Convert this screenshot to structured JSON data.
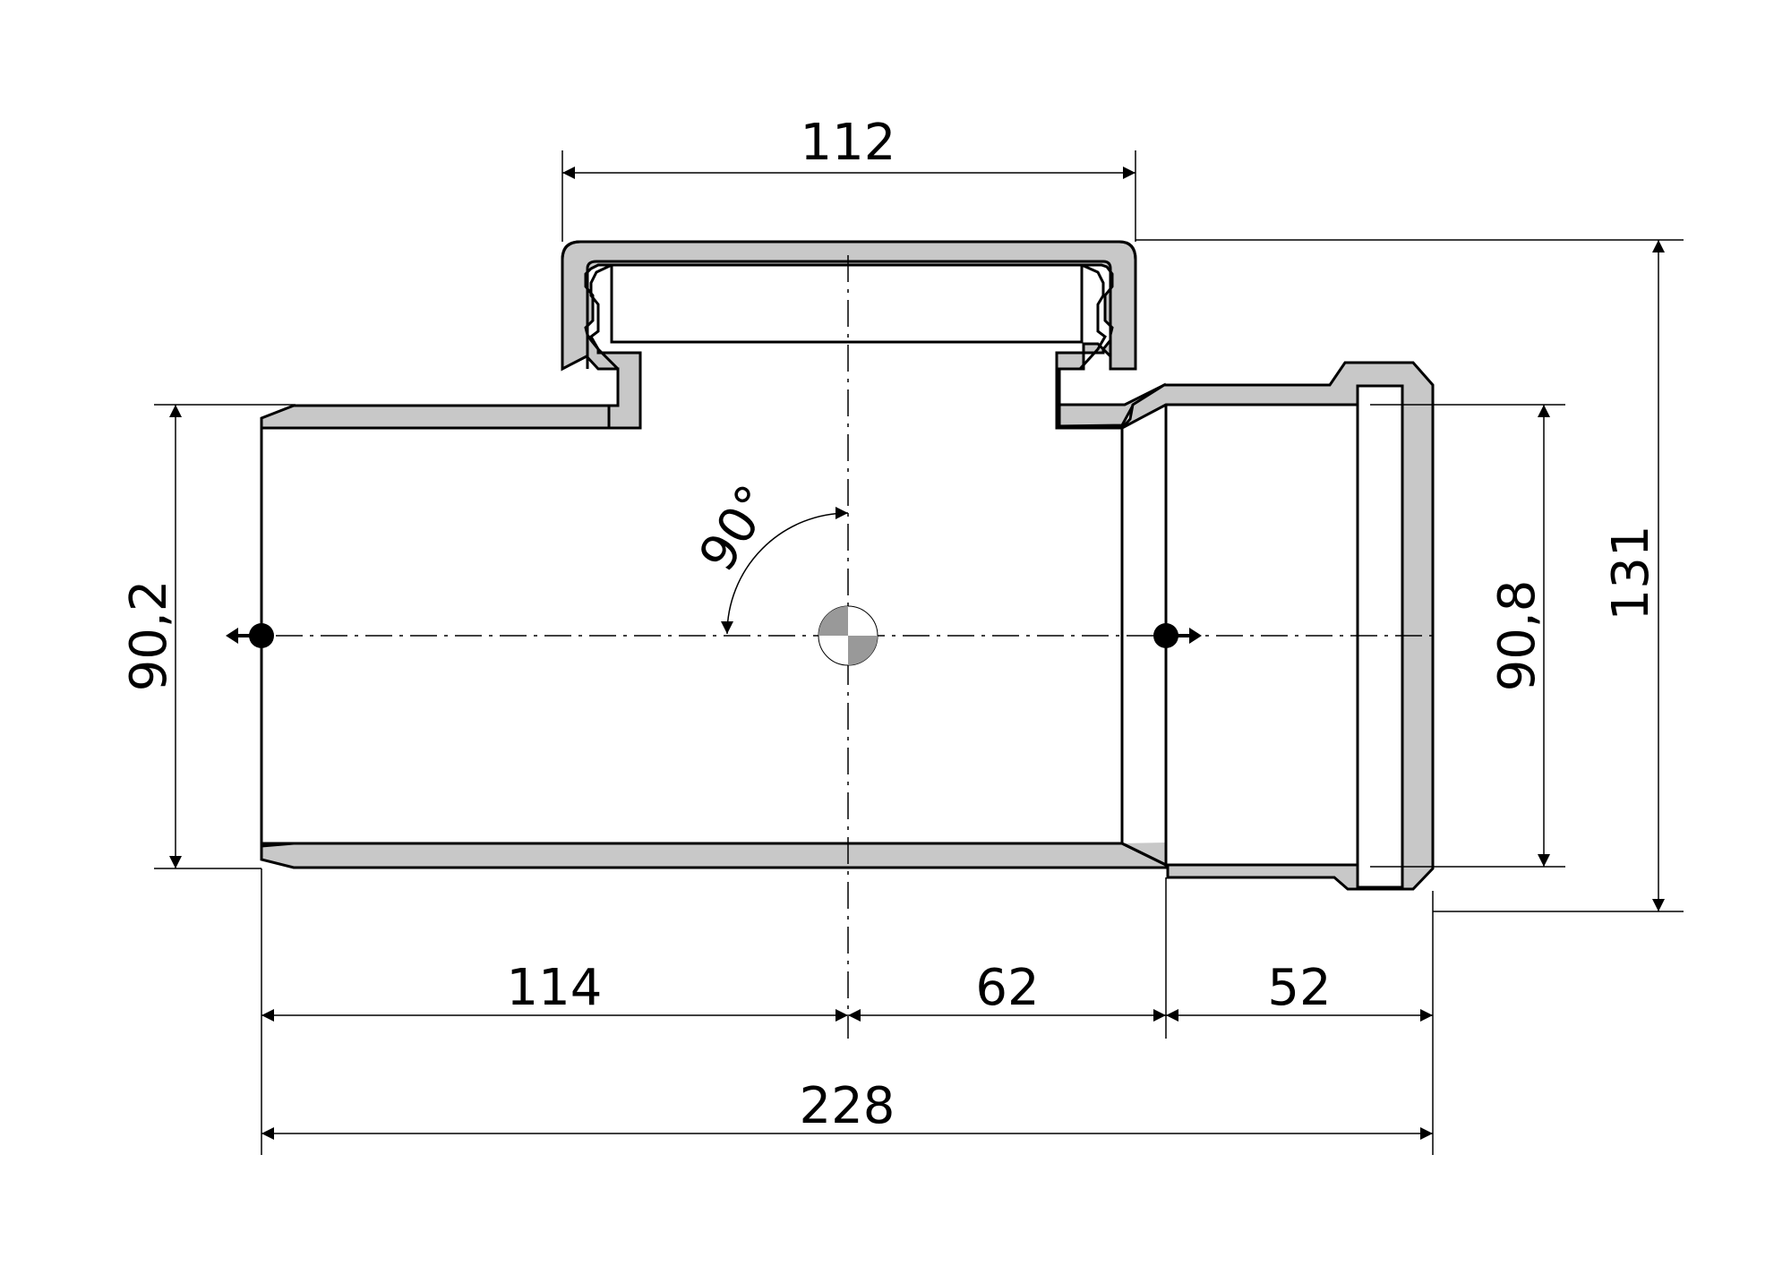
{
  "dimensions": {
    "top_width": "112",
    "left_diameter": "90,2",
    "right_diameter": "90,8",
    "total_height": "131",
    "segment_left": "114",
    "segment_mid": "62",
    "segment_right": "52",
    "total_length": "228",
    "angle": "90°"
  },
  "colors": {
    "wall_fill": "#c8c8c8",
    "line": "#000000",
    "background": "#ffffff"
  },
  "icons": [
    "flow-arrow-left-icon",
    "flow-arrow-right-icon",
    "center-of-gravity-icon"
  ]
}
